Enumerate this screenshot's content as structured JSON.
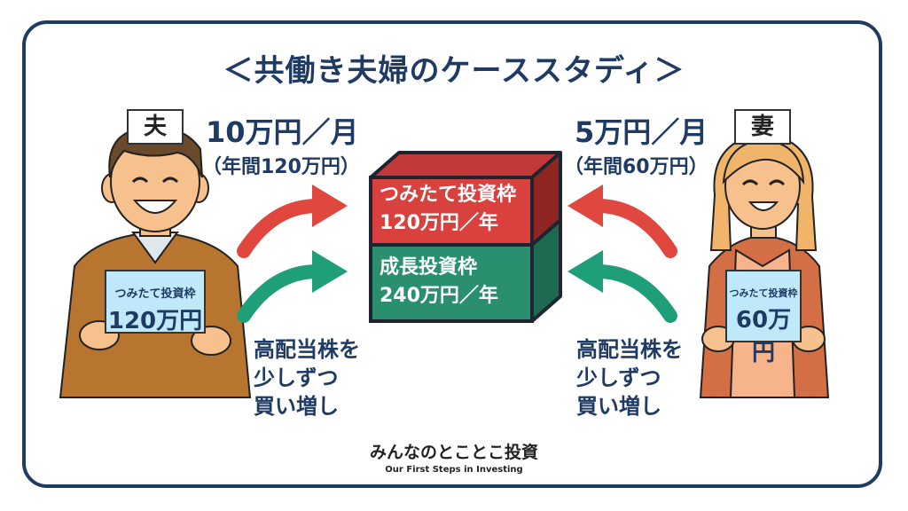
{
  "title": "＜共働き夫婦のケーススタディ＞",
  "husband": {
    "tag": "夫",
    "amount_monthly": "10万円／月",
    "amount_yearly": "（年間120万円）",
    "card_label": "つみたて投資枠",
    "card_value": "120万円",
    "note_lines": [
      "高配当株を",
      "少しずつ",
      "買い増し"
    ]
  },
  "wife": {
    "tag": "妻",
    "amount_monthly": "5万円／月",
    "amount_yearly": "（年間60万円）",
    "card_label": "つみたて投資枠",
    "card_value": "60万円",
    "note_lines": [
      "高配当株を",
      "少しずつ",
      "買い増し"
    ]
  },
  "box": {
    "top_line1": "つみたて投資枠",
    "top_line2": "120万円／年",
    "bottom_line1": "成長投資枠",
    "bottom_line2": "240万円／年"
  },
  "logo": {
    "name": "みんなのとことこ投資",
    "tagline": "Our First Steps in Investing"
  },
  "colors": {
    "navy": "#1f3b63",
    "red_arrow": "#e0473f",
    "green_arrow": "#1f9e7a",
    "box_red": "#d9413e",
    "box_green": "#2a8f6f",
    "card_blue": "#bfe9fb"
  }
}
